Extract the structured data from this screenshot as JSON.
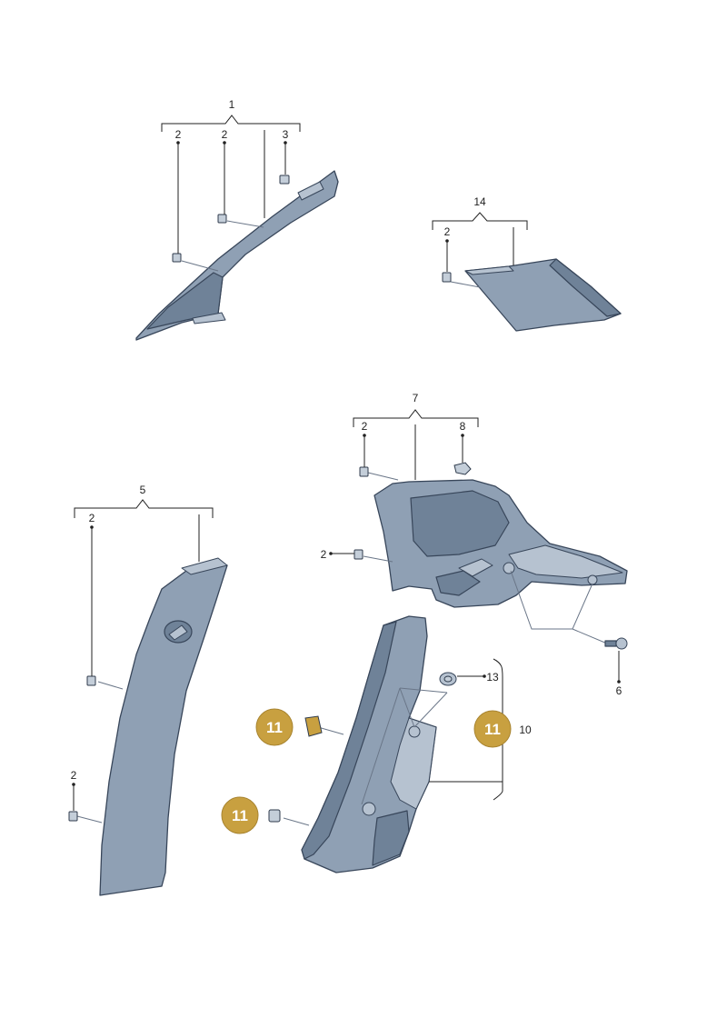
{
  "callouts": {
    "c1": "1",
    "c2a": "2",
    "c2b": "2",
    "c3": "3",
    "c14": "14",
    "c2c": "2",
    "c7": "7",
    "c2d": "2",
    "c8": "8",
    "c2e": "2",
    "c5": "5",
    "c2f": "2",
    "c2g": "2",
    "c6": "6",
    "c13": "13",
    "c10": "10"
  },
  "badges": {
    "b1": "11",
    "b2": "11",
    "b3": "11"
  },
  "colors": {
    "badge": "#c8a040",
    "part_fill": "#8fa0b4",
    "outline": "#38465a"
  }
}
